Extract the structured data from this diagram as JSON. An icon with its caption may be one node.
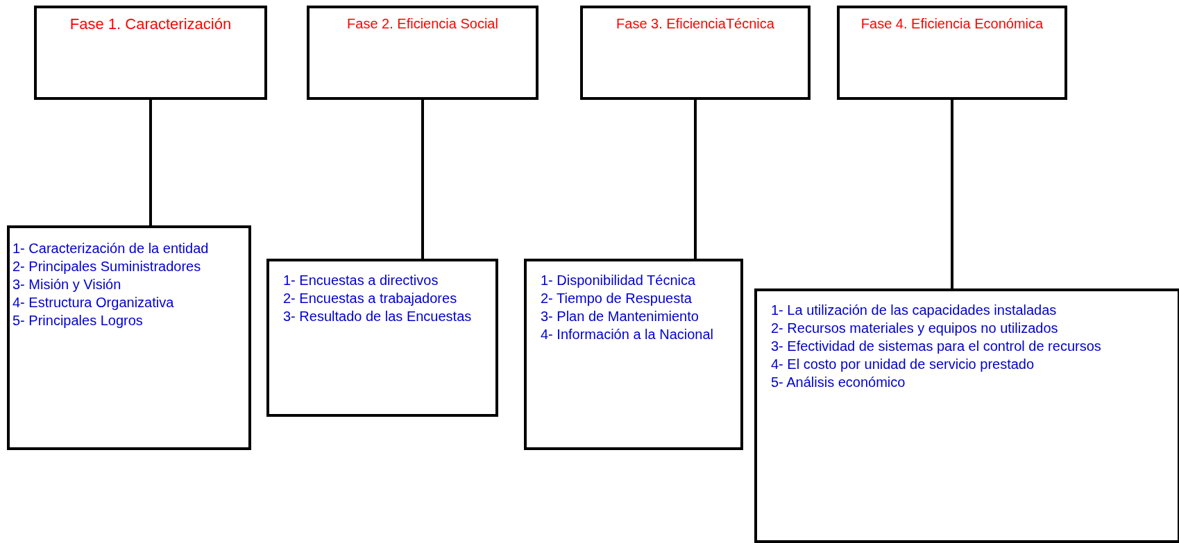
{
  "diagram": {
    "nodes": [
      {
        "text": [
          "Fase 1. Caracterización"
        ]
      },
      {
        "text": [
          "Fase 2. Eficiencia Social"
        ]
      },
      {
        "text": [
          "Fase 3. EficienciaTécnica"
        ]
      },
      {
        "text": [
          "Fase 4. Eficiencia Económica"
        ]
      },
      {
        "text": [
          "1- Caracterización de la entidad",
          "2- Principales Suministradores",
          "3- Misión y Visión",
          "4- Estructura Organizativa",
          "5- Principales Logros"
        ]
      },
      {
        "text": [
          "1- Encuestas a directivos",
          "2- Encuestas a trabajadores",
          "3- Resultado de las Encuestas"
        ]
      },
      {
        "text": [
          "1- Disponibilidad Técnica",
          "2- Tiempo de Respuesta",
          "3- Plan de Mantenimiento",
          "4- Información a la Nacional"
        ]
      },
      {
        "text": [
          "1- La utilización de las capacidades instaladas",
          "2- Recursos materiales y equipos no utilizados",
          "3- Efectividad de sistemas para el control de recursos",
          "4- El costo por unidad de servicio prestado",
          "5- Análisis económico"
        ]
      }
    ],
    "edges": [
      {
        "from": 0,
        "to": 4,
        "arrow": "none"
      },
      {
        "from": 1,
        "to": 5,
        "arrow": "none"
      },
      {
        "from": 2,
        "to": 6,
        "arrow": "none"
      },
      {
        "from": 3,
        "to": 7,
        "arrow": "none"
      }
    ]
  }
}
